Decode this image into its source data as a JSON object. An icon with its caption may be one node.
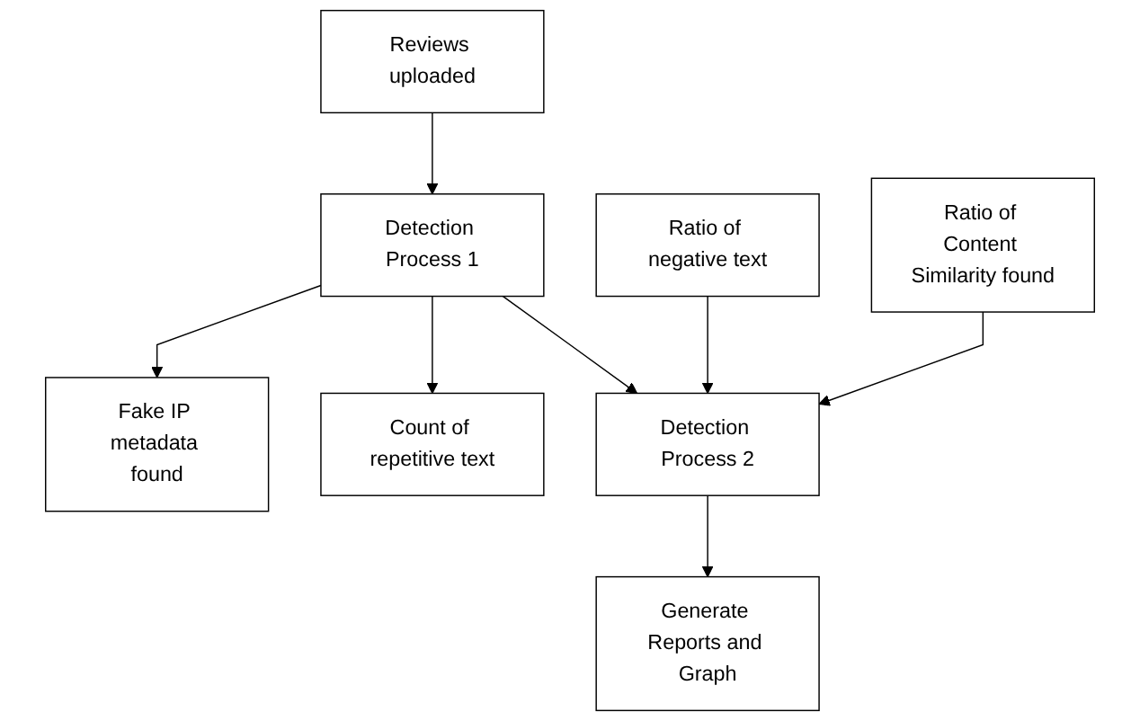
{
  "diagram": {
    "nodes": [
      {
        "text": [
          "Reviews uploaded"
        ]
      },
      {
        "text": [
          "Detection Process 1"
        ]
      },
      {
        "text": [
          "Fake IP metadata found"
        ]
      },
      {
        "text": [
          "Count of repetitive text"
        ]
      },
      {
        "text": [
          "Ratio of negative text"
        ]
      },
      {
        "text": [
          "Ratio of Content Similarity found"
        ]
      },
      {
        "text": [
          "Detection Process 2"
        ]
      },
      {
        "text": [
          "Generate Reports and Graph"
        ]
      }
    ],
    "edges": [
      {
        "from": 0,
        "to": 1,
        "arrow": "to"
      },
      {
        "from": 1,
        "to": 2,
        "arrow": "to"
      },
      {
        "from": 1,
        "to": 3,
        "arrow": "to"
      },
      {
        "from": 1,
        "to": 6,
        "arrow": "to"
      },
      {
        "from": 4,
        "to": 6,
        "arrow": "to"
      },
      {
        "from": 5,
        "to": 6,
        "arrow": "to"
      },
      {
        "from": 6,
        "to": 7,
        "arrow": "to"
      }
    ]
  }
}
